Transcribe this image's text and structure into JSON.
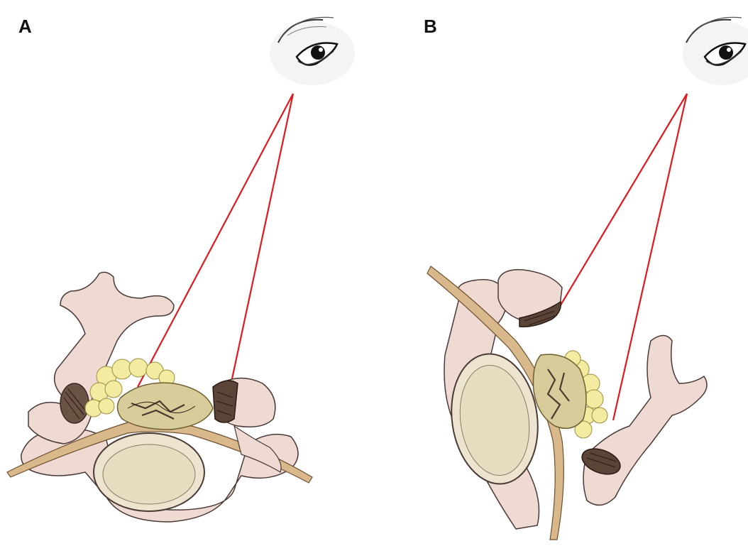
{
  "panels": [
    {
      "id": "A",
      "label": "A"
    },
    {
      "id": "B",
      "label": "B"
    }
  ],
  "colors": {
    "sight_line": "#e0191f",
    "bone_fill": "#eed9d3",
    "bone_stroke": "#4a3a36",
    "ligament": "#d9b98c",
    "cord_fill": "#d8cc9a",
    "fat": "#f3eba0",
    "cut_surface": "#5a4438",
    "vertebral_body": "#ece4cf"
  },
  "icons": [
    "eye-icon"
  ]
}
